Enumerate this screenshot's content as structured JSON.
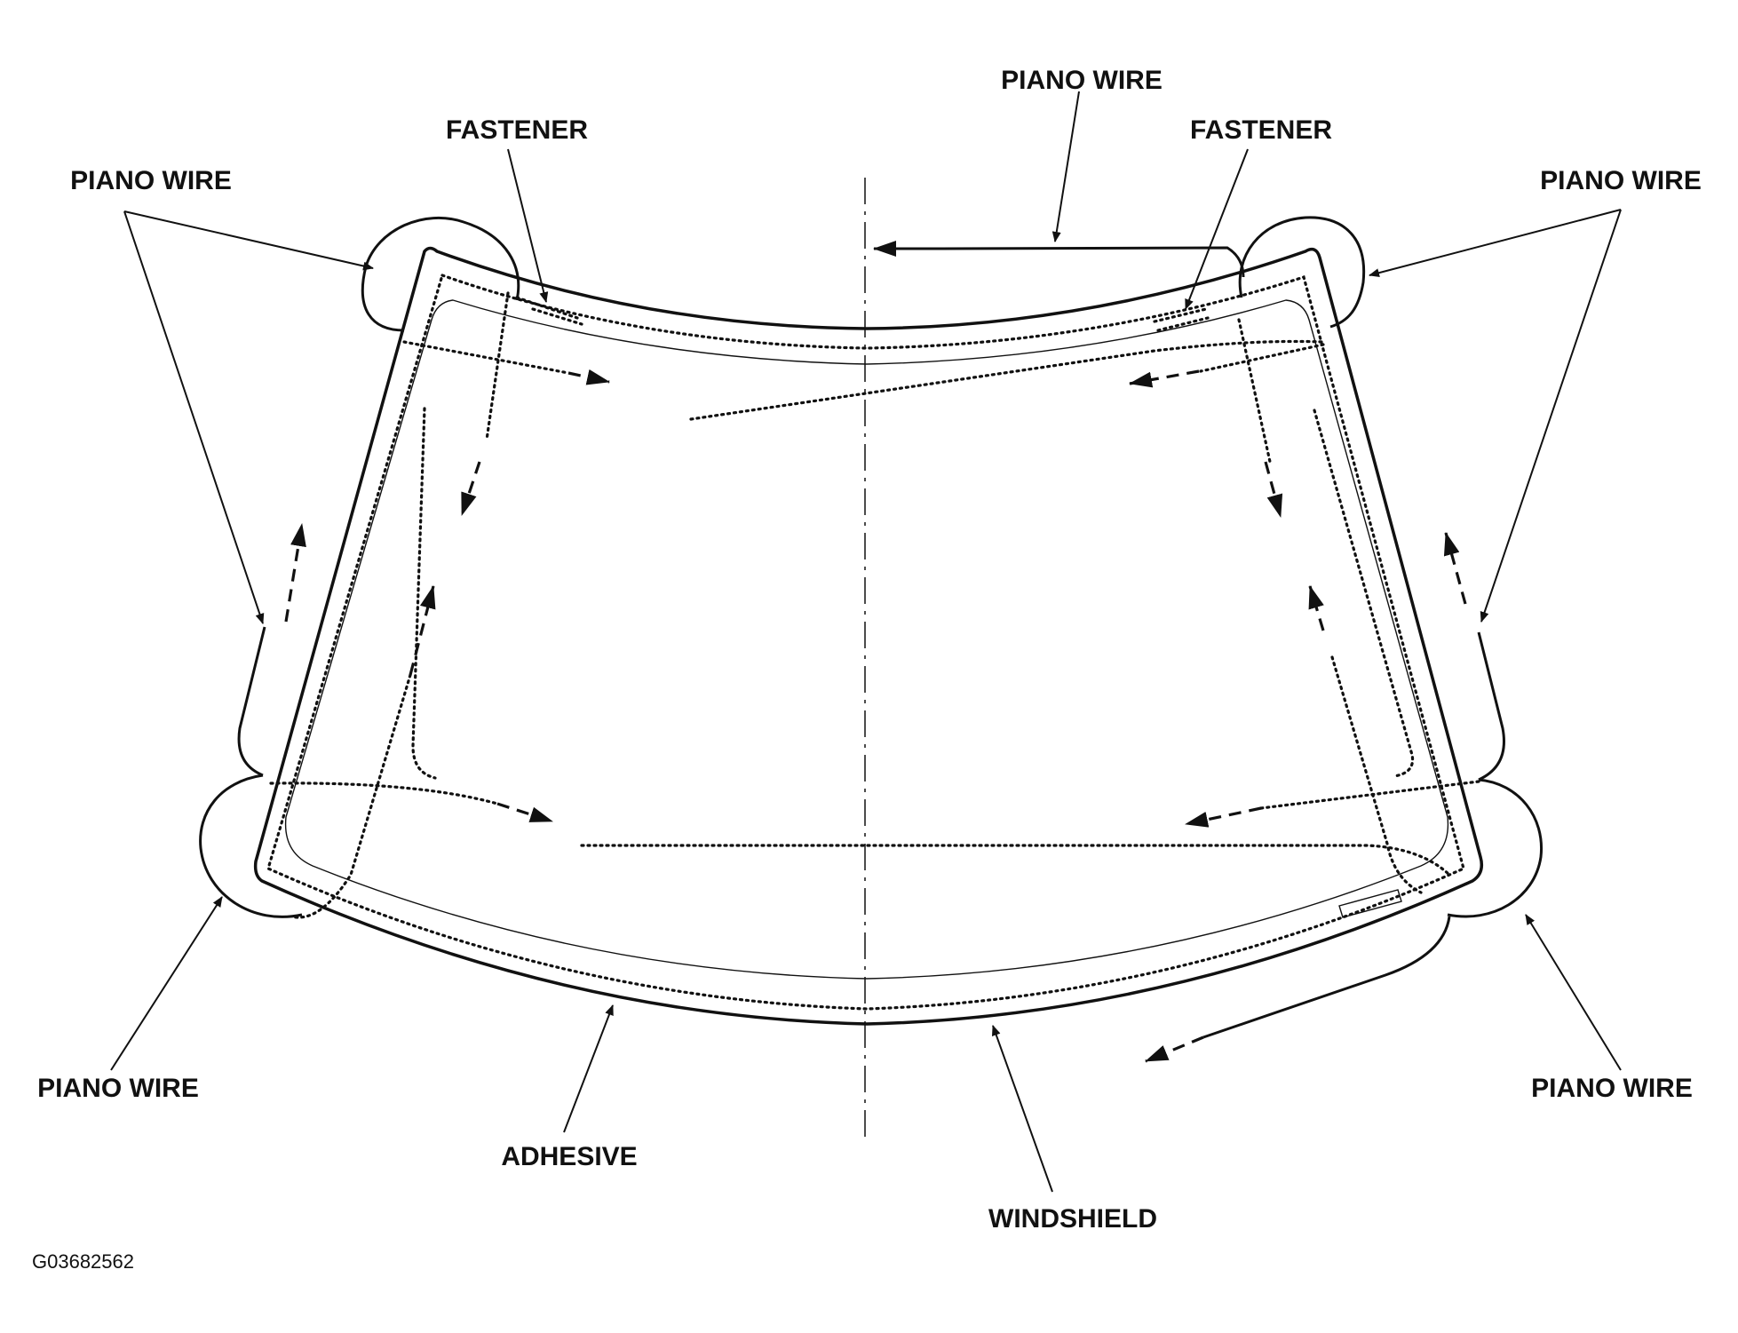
{
  "labels": {
    "piano_wire_top_center": "PIANO WIRE",
    "fastener_left": "FASTENER",
    "fastener_right": "FASTENER",
    "piano_wire_top_left": "PIANO WIRE",
    "piano_wire_top_right": "PIANO WIRE",
    "piano_wire_bottom_left": "PIANO WIRE",
    "piano_wire_bottom_right": "PIANO WIRE",
    "adhesive": "ADHESIVE",
    "windshield": "WINDSHIELD"
  },
  "figure_code": "G03682562"
}
